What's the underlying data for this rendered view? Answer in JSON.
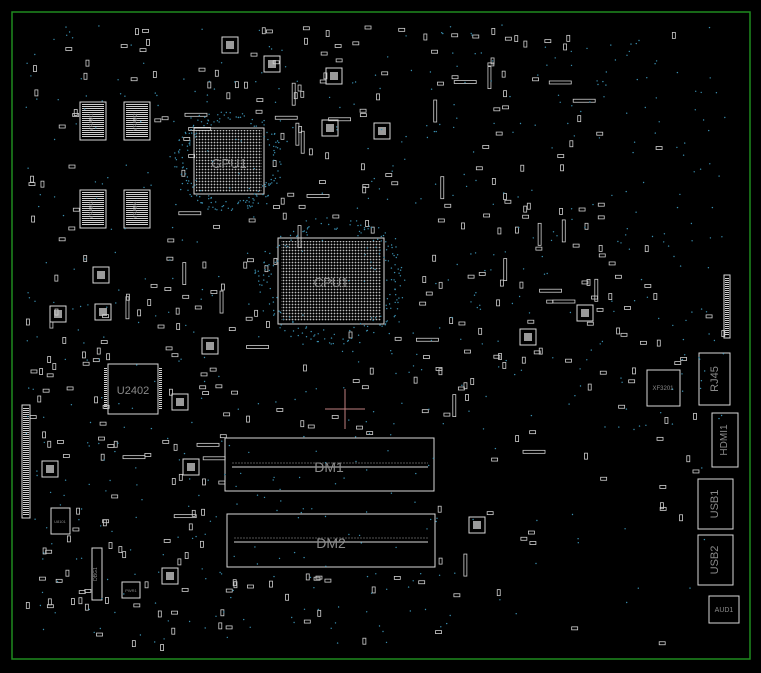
{
  "board": {
    "outline_color": "#1f8a1f",
    "silk_color": "#d8d8d8",
    "label_color": "#8a8a8a",
    "via_color": "#3a8fb0",
    "cursor_color": "#c08080"
  },
  "labels": {
    "gpu": "GPU1",
    "cpu": "CPU1",
    "u2402": "U2402",
    "dm1": "DM1",
    "dm2": "DM2",
    "rj45": "RJ45",
    "hdmi": "HDMI1",
    "usb1": "USB1",
    "usb2": "USB2",
    "aud": "AUD1",
    "xf": "XF3201",
    "vram1": "VRAM1",
    "vram2": "VRAM2",
    "vram3": "VRAM3",
    "vram4": "VRAM4",
    "u8101": "U8101",
    "dbg": "DBG1",
    "pwr": "PWR1"
  }
}
